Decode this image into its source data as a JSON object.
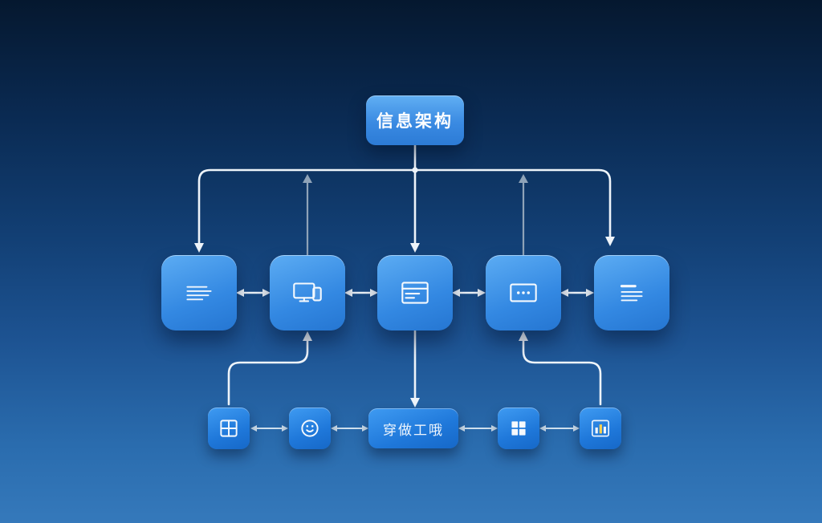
{
  "diagram": {
    "root": {
      "label": "信息架构"
    },
    "middle_row": [
      {
        "id": "m1",
        "icon": "text-lines-icon"
      },
      {
        "id": "m2",
        "icon": "monitor-phone-icon"
      },
      {
        "id": "m3",
        "icon": "browser-window-icon"
      },
      {
        "id": "m4",
        "icon": "window-dots-icon"
      },
      {
        "id": "m5",
        "icon": "list-lines-icon"
      }
    ],
    "bottom_row": [
      {
        "id": "b1",
        "icon": "grid-icon"
      },
      {
        "id": "b2",
        "icon": "smiley-badge-icon"
      },
      {
        "id": "b3",
        "label": "穿做工哦"
      },
      {
        "id": "b4",
        "icon": "windows-logo-icon"
      },
      {
        "id": "b5",
        "icon": "chart-table-icon"
      }
    ],
    "edges": [
      {
        "from": "root",
        "to": "m1",
        "style": "down-arrow",
        "color": "white"
      },
      {
        "from": "m2",
        "to": "root",
        "style": "up-arrow",
        "color": "gray"
      },
      {
        "from": "root",
        "to": "m3",
        "style": "down-arrow",
        "color": "white"
      },
      {
        "from": "m4",
        "to": "root",
        "style": "up-arrow",
        "color": "gray"
      },
      {
        "from": "root",
        "to": "m5",
        "style": "down-arrow",
        "color": "white"
      },
      {
        "from": "m1",
        "to": "m2",
        "style": "double-arrow",
        "color": "white"
      },
      {
        "from": "m2",
        "to": "m3",
        "style": "double-arrow",
        "color": "white"
      },
      {
        "from": "m3",
        "to": "m4",
        "style": "double-arrow",
        "color": "white"
      },
      {
        "from": "m4",
        "to": "m5",
        "style": "double-arrow",
        "color": "white"
      },
      {
        "from": "b1",
        "to": "m2",
        "style": "elbow-up-arrow",
        "color": "white"
      },
      {
        "from": "m3",
        "to": "b3",
        "style": "down-arrow",
        "color": "white"
      },
      {
        "from": "b5",
        "to": "m4",
        "style": "elbow-up-arrow",
        "color": "white"
      },
      {
        "from": "b1",
        "to": "b2",
        "style": "double-arrow",
        "color": "light"
      },
      {
        "from": "b2",
        "to": "b3",
        "style": "double-arrow",
        "color": "light"
      },
      {
        "from": "b3",
        "to": "b4",
        "style": "double-arrow",
        "color": "light"
      },
      {
        "from": "b4",
        "to": "b5",
        "style": "double-arrow",
        "color": "light"
      }
    ],
    "colors": {
      "node_gradient_top": "#5cacf3",
      "node_gradient_bottom": "#2576d2",
      "connector_white": "#eef4fa",
      "connector_gray": "#8fa3b8",
      "background_top": "#05182f",
      "background_bottom": "#3579bb",
      "accent_yellow": "#ffd24d"
    }
  }
}
